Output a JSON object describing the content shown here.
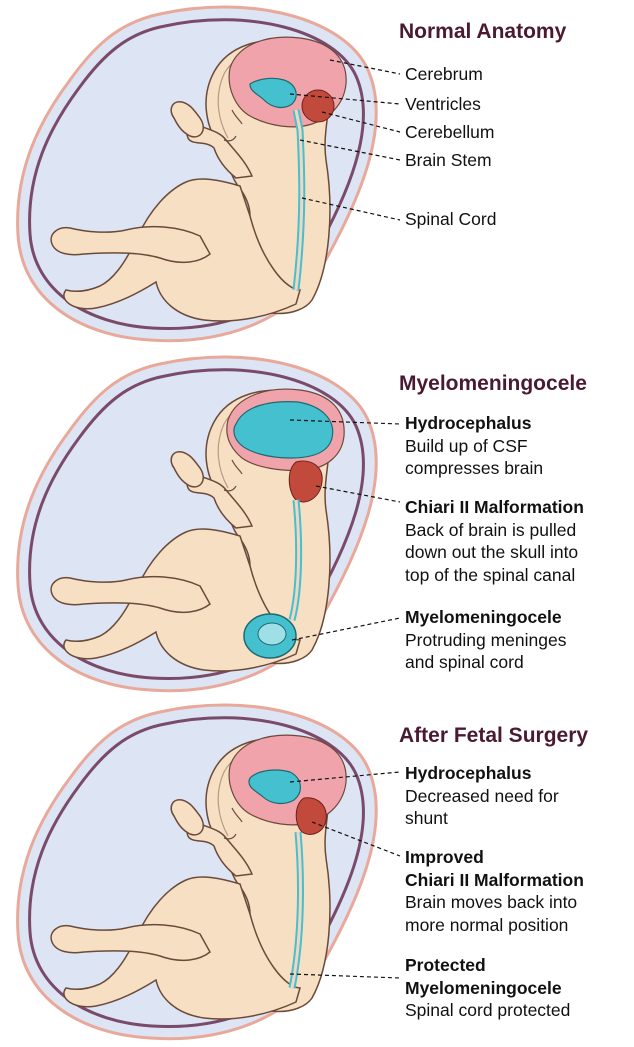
{
  "panels": [
    {
      "title": "Normal Anatomy",
      "labels": [
        "Cerebrum",
        "Ventricles",
        "Cerebellum",
        "Brain Stem",
        "Spinal Cord"
      ]
    },
    {
      "title": "Myelomeningocele",
      "blocks": [
        {
          "heading": "Hydrocephalus",
          "desc": [
            "Build up of CSF",
            "compresses brain"
          ]
        },
        {
          "heading": "Chiari II Malformation",
          "desc": [
            "Back of brain is pulled",
            "down out the skull into",
            "top of the spinal canal"
          ]
        },
        {
          "heading": "Myelomeningocele",
          "desc": [
            "Protruding meninges",
            "and spinal cord"
          ]
        }
      ]
    },
    {
      "title": "After Fetal Surgery",
      "blocks": [
        {
          "heading": "Hydrocephalus",
          "desc": [
            "Decreased need for",
            "shunt"
          ]
        },
        {
          "heading": "Improved",
          "heading2": "Chiari II Malformation",
          "desc": [
            "Brain moves back into",
            "more normal position"
          ]
        },
        {
          "heading": "Protected",
          "heading2": "Myelomeningocele",
          "desc": [
            "Spinal cord protected"
          ]
        }
      ]
    }
  ],
  "colors": {
    "title": "#4a1a33",
    "amniotic": "#dde4f3",
    "uterus_outer": "#e8a99b",
    "uterus_wall": "#7a4a6a",
    "skin": "#f7dfc3",
    "cerebrum": "#f1a3ab",
    "csf": "#44c0cf",
    "cerebellum": "#c24a3c"
  }
}
